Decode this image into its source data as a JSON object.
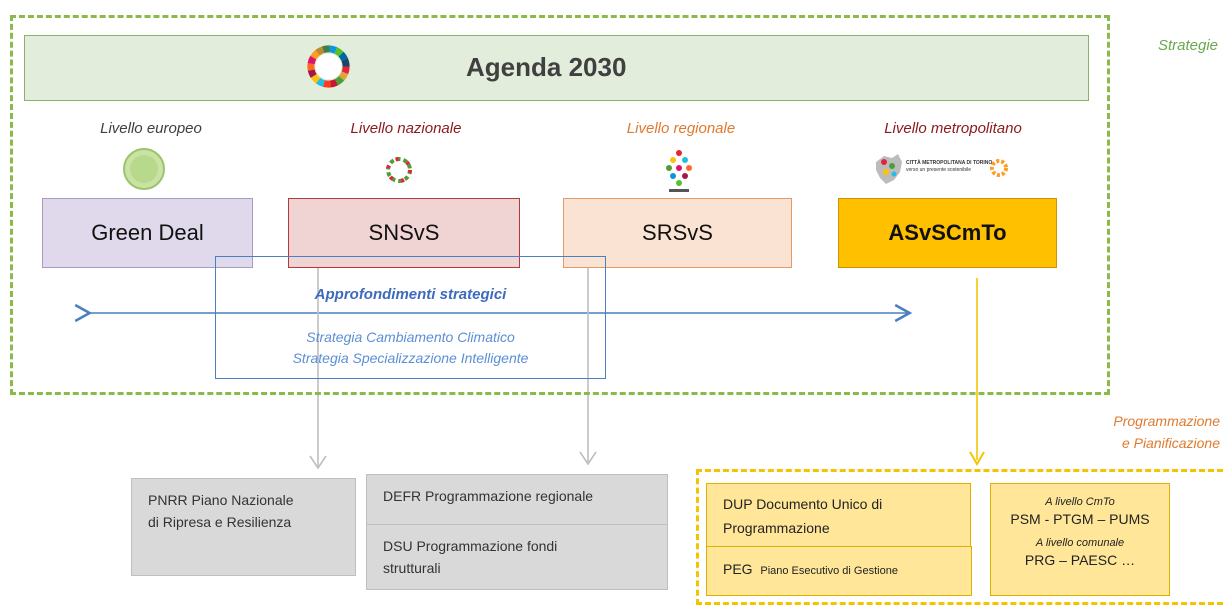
{
  "labels": {
    "strategie": "Strategie",
    "programmazione_l1": "Programmazione",
    "programmazione_l2": "e Pianificazione"
  },
  "agenda": {
    "title": "Agenda 2030",
    "logo_icon": "sdg-wheel-icon"
  },
  "levels": [
    {
      "key": "eu",
      "label": "Livello europeo",
      "box": "Green Deal",
      "icon": "green-deal-logo-icon"
    },
    {
      "key": "naz",
      "label": "Livello nazionale",
      "box": "SNSvS",
      "icon": "snsvs-logo-icon"
    },
    {
      "key": "reg",
      "label": "Livello regionale",
      "box": "SRSvS",
      "icon": "piemonte-logo-icon"
    },
    {
      "key": "met",
      "label": "Livello metropolitano",
      "box": "ASvSCmTo",
      "icon": "citta-metropolitana-logo-icon"
    }
  ],
  "metro_logo_text": {
    "line1": "CITTÀ METROPOLITANA DI TORINO",
    "line2": "verso un presente sostenibile"
  },
  "approfondimenti": {
    "title": "Approfondimenti strategici",
    "items": [
      "Strategia Cambiamento Climatico",
      "Strategia Specializzazione Intelligente"
    ]
  },
  "outputs": {
    "pnrr": {
      "line1": "PNRR Piano Nazionale",
      "line2": "di Ripresa e Resilienza"
    },
    "defr": "DEFR Programmazione regionale",
    "dsu": {
      "line1": "DSU Programmazione fondi",
      "line2": "strutturali"
    },
    "dup": {
      "line1": "DUP Documento Unico di",
      "line2": "Programmazione"
    },
    "peg": {
      "main": "PEG",
      "small": "Piano Esecutivo di Gestione"
    },
    "cmto": {
      "h1": "A livello CmTo",
      "v1": "PSM -  PTGM – PUMS",
      "h2": "A livello comunale",
      "v2": "PRG – PAESC …"
    }
  },
  "colors": {
    "green": "#8db84a",
    "blue_arrow": "#4a7fc1",
    "grey_arrow": "#bfbfbf",
    "yellow_arrow": "#f5c400",
    "gold": "#ffc000"
  }
}
